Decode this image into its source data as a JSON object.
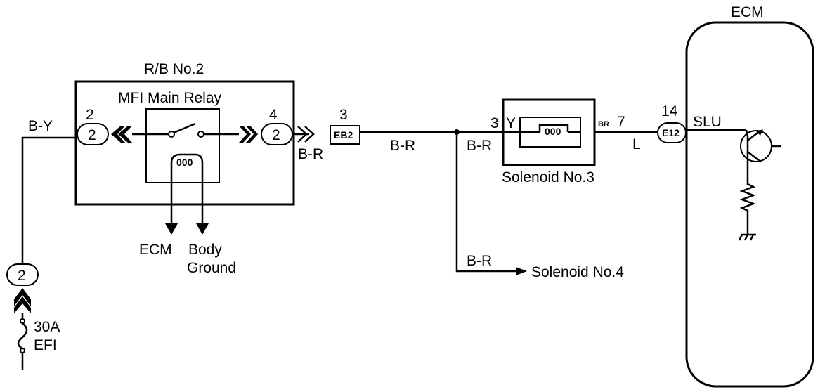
{
  "ecm": {
    "title": "ECM",
    "pin": "14",
    "connector": "E12",
    "signal": "SLU"
  },
  "relay_block": {
    "title": "R/B No.2",
    "relay_name": "MFI Main Relay",
    "pin_left": "2",
    "pin_left_connector": "2",
    "pin_right": "4",
    "pin_right_connector": "2",
    "coil_label": "000",
    "out_ecm": "ECM",
    "out_body_1": "Body",
    "out_body_2": "Ground"
  },
  "junction": {
    "pin": "3",
    "connector": "EB2"
  },
  "solenoid3": {
    "name": "Solenoid No.3",
    "pin_in": "3",
    "pin_out": "7",
    "wire_in_color": "Y",
    "wire_out_color": "BR",
    "coil_label": "000"
  },
  "solenoid4": {
    "name": "Solenoid No.4"
  },
  "wires": {
    "by": "B-Y",
    "br_relay": "B-R",
    "br_mid": "B-R",
    "br_branch": "B-R",
    "br_lower": "B-R",
    "l": "L"
  },
  "fuse": {
    "connector": "2",
    "rating": "30A",
    "name": "EFI"
  }
}
